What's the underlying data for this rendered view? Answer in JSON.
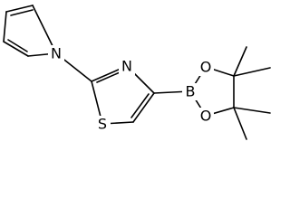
{
  "molecule": {
    "atoms": {
      "pyrrole_n": "N",
      "thiazole_n": "N",
      "thiazole_s": "S",
      "boron": "B",
      "ester_o_top": "O",
      "ester_o_bottom": "O"
    },
    "colors": {
      "bond": "#000000",
      "label": "#000000",
      "background": "#ffffff"
    }
  }
}
